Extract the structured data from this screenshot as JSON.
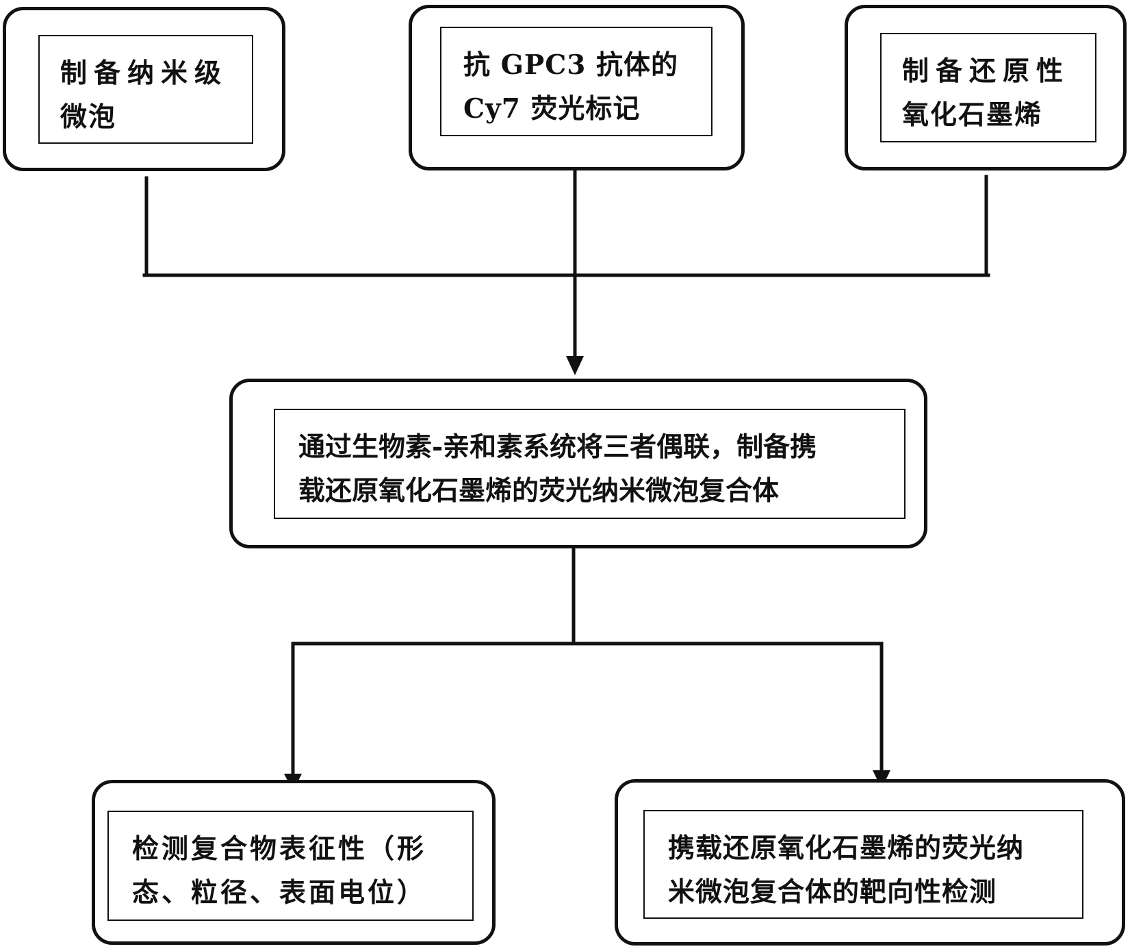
{
  "steps": {
    "microbubble": {
      "line1": "制备纳米级",
      "line2": "微泡"
    },
    "antibody": {
      "line1": "抗 GPC3 抗体的",
      "line2": "Cy7 荧光标记"
    },
    "graphene": {
      "line1": "制备还原性",
      "line2": "氧化石墨烯"
    },
    "coupling": {
      "line1": "通过生物素-亲和素系统将三者偶联，制备携",
      "line2": "载还原氧化石墨烯的荧光纳米微泡复合体"
    },
    "characterization": {
      "line1": "检测复合物表征性（形",
      "line2": "态、粒径、表面电位）"
    },
    "targeting": {
      "line1": "携载还原氧化石墨烯的荧光纳",
      "line2": "米微泡复合体的靶向性检测"
    }
  }
}
